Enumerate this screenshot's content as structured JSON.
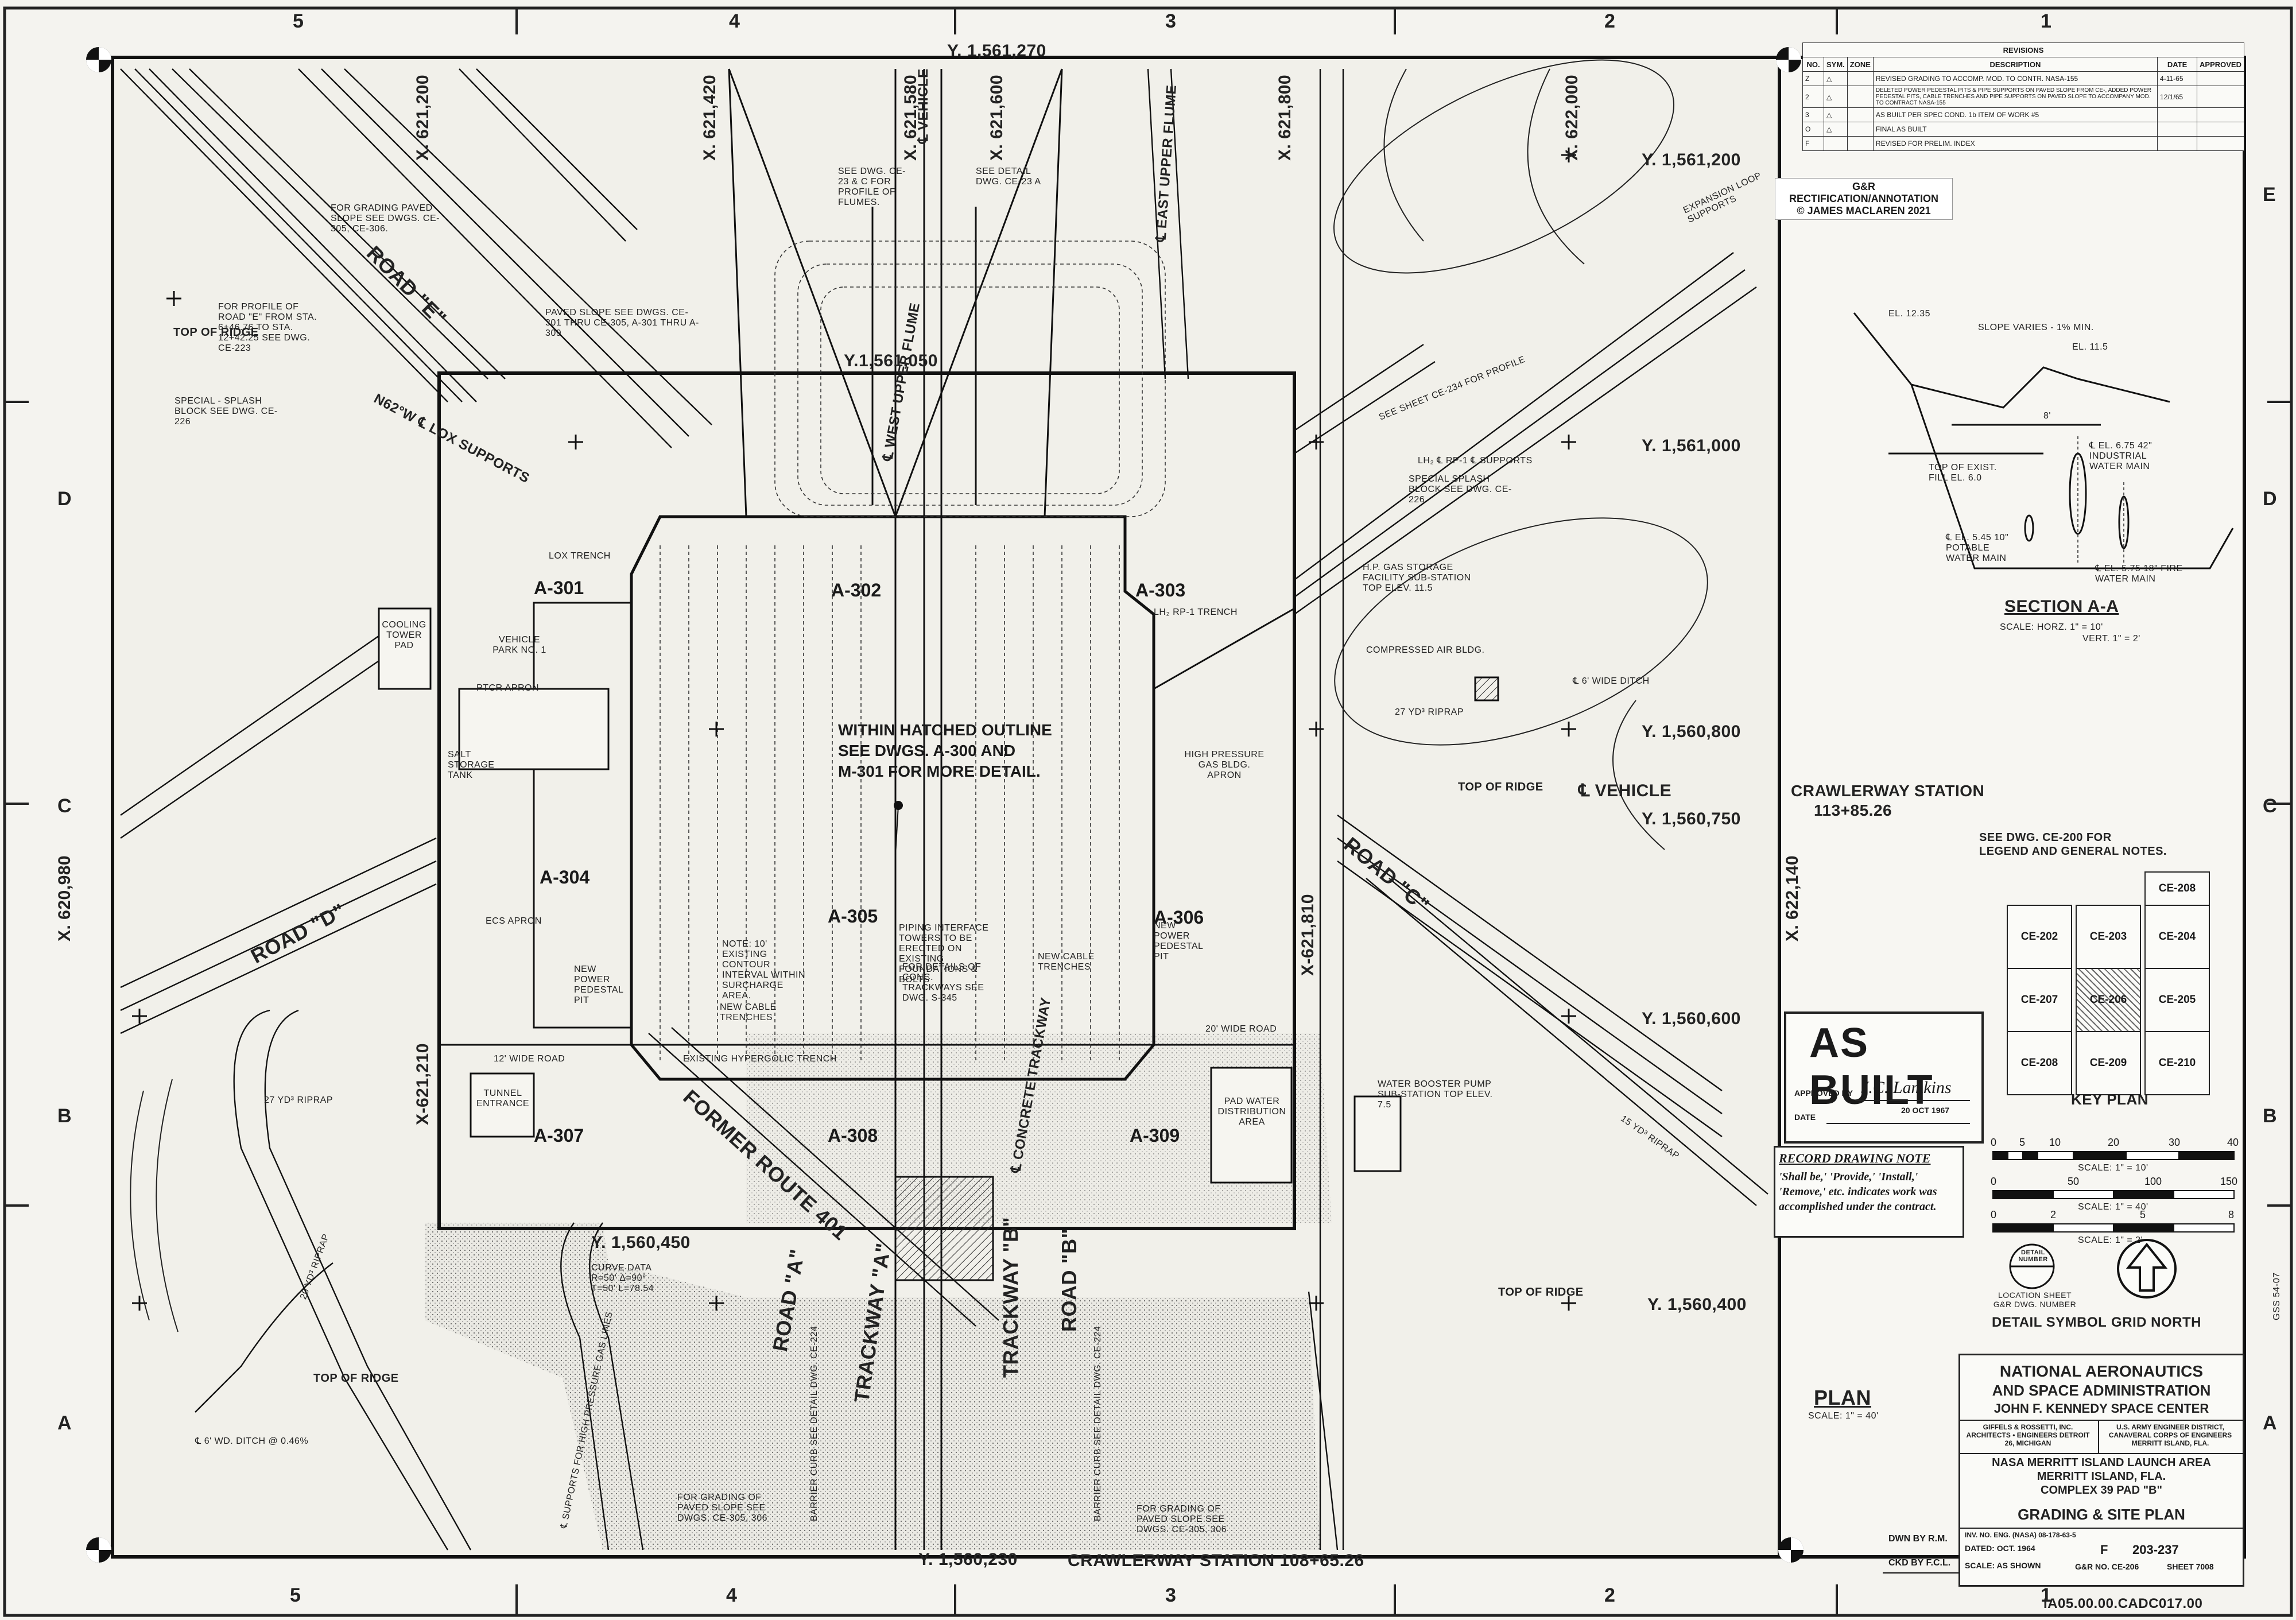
{
  "grid": {
    "columns": [
      "5",
      "4",
      "3",
      "2",
      "1"
    ],
    "rows": [
      "D",
      "C",
      "B",
      "A"
    ],
    "top_right_row": "E"
  },
  "revisions": {
    "title": "REVISIONS",
    "headers": [
      "NO.",
      "SYM.",
      "ZONE",
      "DESCRIPTION",
      "DATE",
      "APPROVED"
    ],
    "rows": [
      {
        "no": "Z",
        "sym": "△",
        "desc": "REVISED GRADING TO ACCOMP. MOD. TO CONTR. NASA-155",
        "date": "4-11-65",
        "appr": ""
      },
      {
        "no": "2",
        "sym": "△",
        "desc": "DELETED POWER PEDESTAL PITS & PIPE SUPPORTS ON PAVED SLOPE FROM CE-, ADDED POWER PEDESTAL PITS, CABLE TRENCHES AND PIPE SUPPORTS ON PAVED SLOPE TO ACCOMPANY MOD. TO CONTRACT NASA-155",
        "date": "12/1/65",
        "appr": ""
      },
      {
        "no": "3",
        "sym": "△",
        "desc": "AS BUILT PER SPEC COND. 1b ITEM OF WORK #5",
        "date": "",
        "appr": ""
      },
      {
        "no": "O",
        "sym": "△",
        "desc": "FINAL AS BUILT",
        "date": "",
        "appr": ""
      },
      {
        "no": "F",
        "sym": "",
        "desc": "REVISED FOR PRELIM. INDEX",
        "date": "",
        "appr": ""
      }
    ]
  },
  "watermark": {
    "line1": "G&R RECTIFICATION/ANNOTATION",
    "line2": "© JAMES MACLAREN 2021"
  },
  "coordinates": {
    "y_top": "Y. 1,561,270",
    "y_1561200": "Y. 1,561,200",
    "y_1561050": "Y.1,561,050",
    "y_1561000": "Y. 1,561,000",
    "y_1560800": "Y. 1,560,800",
    "y_1560750": "Y. 1,560,750",
    "y_1560600": "Y. 1,560,600",
    "y_1560450": "Y. 1,560,450",
    "y_1560400": "Y. 1,560,400",
    "y_bottom": "Y. 1,560,230",
    "x_620980": "X. 620,980",
    "x_621200": "X. 621,200",
    "x_621210": "X-621,210",
    "x_621420": "X. 621,420",
    "x_621580": "X. 621,580",
    "x_621600": "X. 621,600",
    "x_621800": "X. 621,800",
    "x_621810": "X-621,810",
    "x_622000": "X. 622,000",
    "x_622140": "X. 622,140"
  },
  "areas": [
    "A-301",
    "A-302",
    "A-303",
    "A-304",
    "A-305",
    "A-306",
    "A-307",
    "A-308",
    "A-309"
  ],
  "roads": {
    "road_e": "ROAD \"E\"",
    "road_d": "ROAD \"D\"",
    "road_c": "ROAD \"C\"",
    "road_a": "ROAD \"A\"",
    "road_b": "ROAD \"B\"",
    "trackway_a": "TRACKWAY \"A\"",
    "trackway_b": "TRACKWAY \"B\"",
    "former_route": "FORMER ROUTE 401",
    "vehicle_top": "℄ VEHICLE",
    "vehicle_right": "℄ VEHICLE",
    "west_upper_flume": "℄ WEST UPPER FLUME",
    "east_upper_flume": "℄ EAST UPPER FLUME",
    "concrete_trackway": "℄ CONCRETE TRACKWAY",
    "lox_supports": "N62°W ℄ LOX SUPPORTS"
  },
  "center_note": {
    "line1": "WITHIN HATCHED OUTLINE",
    "line2": "SEE DWGS. A-300 AND",
    "line3": "M-301 FOR MORE DETAIL."
  },
  "labels": {
    "crawlerway_station_right": "CRAWLERWAY STATION",
    "crawlerway_station_right_value": "113+85.26",
    "crawlerway_station_bottom": "CRAWLERWAY STATION 108+65.26",
    "see_dwg_ce200": "SEE DWG. CE-200 FOR",
    "see_dwg_ce200_2": "LEGEND AND GENERAL NOTES.",
    "top_of_ridge": "TOP OF RIDGE",
    "cooling_tower": "COOLING TOWER PAD",
    "vehicle_park": "VEHICLE PARK NO. 1",
    "pttr_apron": "PTCR APRON",
    "salt_storage": "SALT STORAGE TANK",
    "ecs_apron": "ECS APRON",
    "tunnel_entrance": "TUNNEL ENTRANCE",
    "high_pressure_gas": "HIGH PRESSURE GAS BLDG. APRON",
    "compressed_air": "COMPRESSED AIR BLDG.",
    "hp_gas_storage": "H.P. GAS STORAGE FACILITY SUB-STATION TOP ELEV. 11.5",
    "pad_water": "PAD WATER DISTRIBUTION AREA",
    "water_booster": "WATER BOOSTER PUMP SUB-STATION TOP ELEV. 7.5",
    "lox_trench": "LOX TRENCH",
    "lh2_trench": "LH₂ RP-1 TRENCH",
    "lh2_supports": "LH₂ ℄ RP-1 ℄ SUPPORTS",
    "special_splash": "SPECIAL SPLASH BLOCK SEE DWG. CE-226",
    "special_splash_left": "SPECIAL - SPLASH BLOCK SEE DWG. CE-226",
    "paved_slope": "PAVED SLOPE SEE DWGS. CE-301 THRU CE-305, A-301 THRU A-309",
    "for_grading": "FOR GRADING PAVED SLOPE SEE DWGS. CE-305, CE-306.",
    "for_profile_e": "FOR PROFILE OF ROAD \"E\" FROM STA. 6+46.76 TO STA. 12+42.25 SEE DWG. CE-223",
    "expansion": "EXPANSION LOOP SUPPORTS",
    "see_sheet_ce234": "SEE SHEET CE-234 FOR PROFILE",
    "see_dwg_ce23": "SEE DWG. CE-23 & C FOR PROFILE OF FLUMES.",
    "see_detail": "SEE DETAIL DWG. CE-23 A",
    "ridge_27": "27 YD³ RIPRAP",
    "ridge_20": "20 YD³ RIPRAP",
    "ridge_15": "15 YD³ RIPRAP",
    "ditch_6": "℄ 6' WIDE DITCH",
    "note_contour": "NOTE: 10' EXISTING CONTOUR INTERVAL WITHIN SURCHARGE AREA.",
    "new_power": "NEW POWER PEDESTAL PIT",
    "new_cable": "NEW CABLE TRENCHES",
    "existing_hypergolic": "EXISTING HYPERGOLIC TRENCH",
    "wide_road_12": "12' WIDE ROAD",
    "wide_road_20": "20' WIDE ROAD",
    "for_details": "FOR DETAILS OF CONC. TRACKWAYS SEE DWG. S-345",
    "piping_interface": "PIPING INTERFACE TOWERS TO BE ERECTED ON EXISTING FOUNDATIONS & BOLTS",
    "for_grading_bottom": "FOR GRADING OF PAVED SLOPE SEE DWGS. CE-305, 306",
    "barrier_curb": "BARRIER CURB SEE DETAIL DWG. CE-224",
    "supports_hp_gas": "℄ SUPPORTS FOR HIGH PRESSURE GAS LINES",
    "ditch_6_bottom": "℄ 6' WD. DITCH @ 0.46%",
    "curve_data": "CURVE DATA R=50' Δ=90° T=50' L=78.54"
  },
  "section_aa": {
    "title": "SECTION  A-A",
    "scale_h": "SCALE:  HORZ. 1\" = 10'",
    "scale_v": "VERT. 1\" = 2'",
    "el_12_35": "EL. 12.35",
    "slope_varies": "SLOPE VARIES - 1% MIN.",
    "el_11_5": "EL. 11.5",
    "top_exist_fill": "TOP OF EXIST. FILL EL. 6.0",
    "el_6_75": "℄ EL. 6.75 42\" INDUSTRIAL WATER MAIN",
    "el_5_45": "℄ EL. 5.45 10\" POTABLE WATER MAIN",
    "el_5_75": "℄ EL. 5.75 18\" FIRE WATER MAIN",
    "dim_8": "8'"
  },
  "key_plan": {
    "title": "KEY PLAN",
    "cells": [
      "CE-208",
      "CE-202",
      "CE-203",
      "CE-204",
      "CE-207",
      "CE-206",
      "CE-205",
      "CE-208",
      "CE-209",
      "CE-210"
    ]
  },
  "as_built": {
    "title": "AS BUILT",
    "approved_by": "APPROVED BY",
    "signature": "J.C. Lamkins",
    "date_label": "DATE",
    "date": "20 OCT 1967"
  },
  "record_note": {
    "title": "RECORD DRAWING NOTE",
    "body": "'Shall be,' 'Provide,' 'Install,' 'Remove,' etc. indicates work was accomplished under the contract."
  },
  "scales": {
    "s1_ticks": [
      "0",
      "5",
      "10",
      "20",
      "30",
      "40"
    ],
    "s1_label": "SCALE: 1\" = 10'",
    "s2_ticks": [
      "0",
      "50",
      "100",
      "150"
    ],
    "s2_label": "SCALE: 1\" = 40'",
    "s3_ticks": [
      "0",
      "2",
      "5",
      "8"
    ],
    "s3_label": "SCALE: 1\" = 2'"
  },
  "detail_symbol": {
    "top": "DETAIL NUMBER",
    "bottom": "LOCATION SHEET G&R DWG. NUMBER",
    "caption": "DETAIL SYMBOL"
  },
  "grid_north": "GRID NORTH",
  "plan": {
    "title": "PLAN",
    "scale": "SCALE: 1\" = 40'"
  },
  "title_block": {
    "line1": "NATIONAL AERONAUTICS",
    "line2": "AND SPACE ADMINISTRATION",
    "line3": "JOHN F. KENNEDY SPACE CENTER",
    "firm_left": "GIFFELS & ROSSETTI, INC. ARCHITECTS • ENGINEERS DETROIT 26, MICHIGAN",
    "firm_right": "U.S. ARMY ENGINEER DISTRICT, CANAVERAL CORPS OF ENGINEERS MERRITT ISLAND, FLA.",
    "project1": "NASA MERRITT ISLAND LAUNCH AREA",
    "project2": "MERRITT ISLAND, FLA.",
    "project3": "COMPLEX 39        PAD \"B\"",
    "drawing_title": "GRADING & SITE PLAN",
    "inv_no": "INV. NO. ENG. (NASA) 08-178-63-5",
    "drawn": "R.M.",
    "checked": "F.C.L.",
    "dated": "OCT. 1964",
    "scale": "AS SHOWN",
    "size": "F",
    "file_no": "203-237",
    "gr_dwg": "CE-206",
    "sheet": "7008"
  },
  "drawing_number": "IA05.00.00.CADC017.00",
  "side_code": "GSS 54-07"
}
